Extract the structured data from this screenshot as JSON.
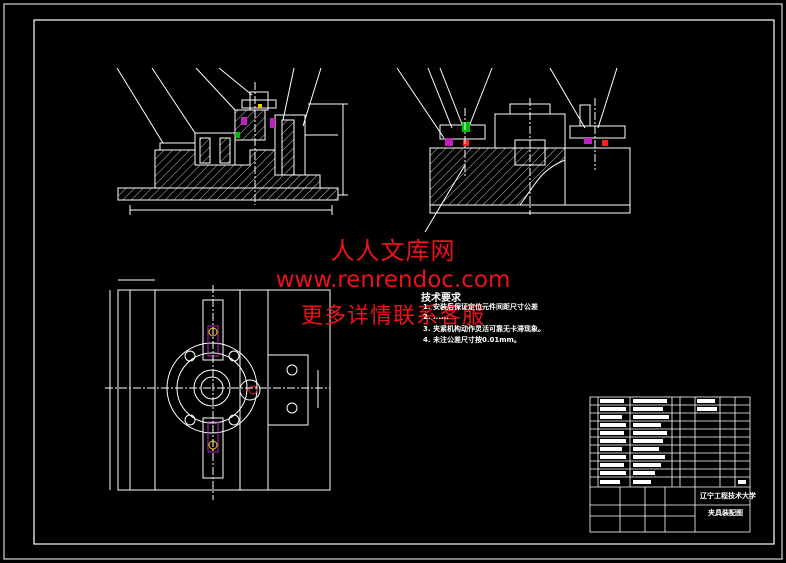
{
  "watermark": {
    "line1": "人人文库网",
    "line2": "www.renrendoc.com",
    "line3": "更多详情联系客服"
  },
  "technical_requirements": {
    "title": "技术要求",
    "items": [
      "1. 安装后保证定位元件间距尺寸公差",
      "2. ......",
      "3. 夹紧机构动作灵活可靠无卡滞现象。",
      "4. 未注公差尺寸按0.01mm。"
    ]
  },
  "title_block": {
    "school": "辽宁工程技术大学",
    "drawing_name": "夹具装配图"
  },
  "colors": {
    "background": "#000000",
    "lines": "#ffffff",
    "watermark": "#e8141a",
    "accent_purple": "#c020c0",
    "accent_yellow": "#f0d000",
    "accent_green": "#00c000",
    "accent_red": "#ff2020"
  }
}
